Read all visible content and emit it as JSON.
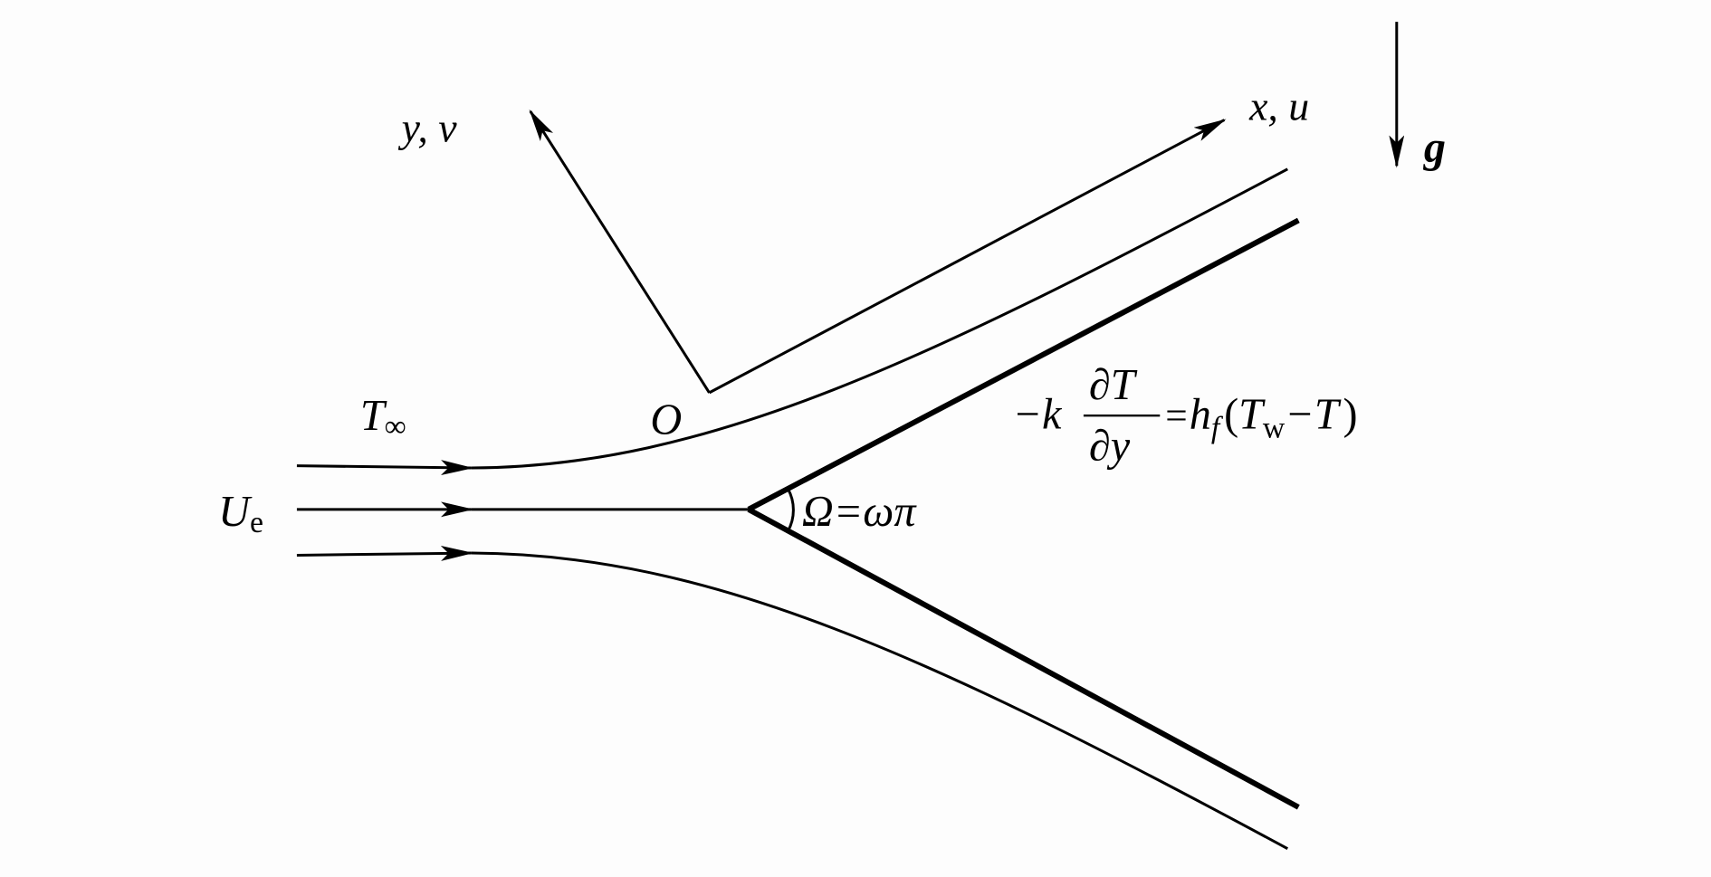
{
  "labels": {
    "y_axis": "y, v",
    "x_axis": "x, u",
    "gravity": "g",
    "origin": "O",
    "t_inf_main": "T",
    "t_inf_sub": "∞",
    "u_main": "U",
    "u_sub": "e",
    "angle": "Ω=ωπ",
    "bc_minus_k": "−k",
    "bc_numerator": "∂T",
    "bc_denominator": "∂y",
    "bc_equals": "=",
    "bc_h": "h",
    "bc_h_sub": "f",
    "bc_open": "(",
    "bc_tw": "T",
    "bc_tw_sub": "w",
    "bc_minus_t": "−T",
    "bc_close": ")"
  }
}
